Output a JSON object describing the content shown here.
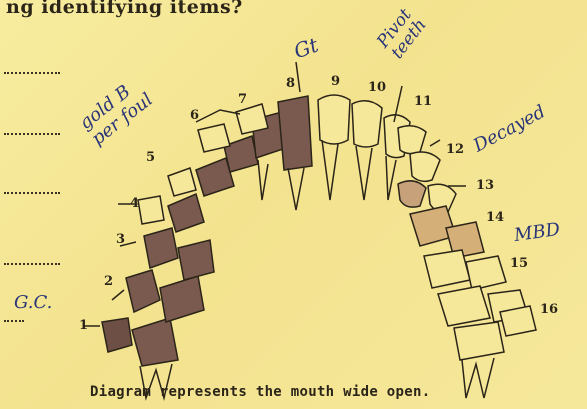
{
  "document": {
    "heading_fragment": "ng identifying items?",
    "caption": "Diagram represents the mouth wide open."
  },
  "tooth_numbers": [
    "1",
    "2",
    "3",
    "4",
    "5",
    "6",
    "7",
    "8",
    "9",
    "10",
    "11",
    "12",
    "13",
    "14",
    "15",
    "16"
  ],
  "handwritten_notes": {
    "left_side": "G.C.",
    "upper_left": "gold B\nper foul",
    "top_center": "Gt",
    "top_right": "Pivot\nteeth",
    "right_upper": "Decayed",
    "right_lower": "MBD"
  },
  "colors": {
    "paper": "#f5e89a",
    "ink": "#2b2418",
    "handwriting": "#2a3578",
    "gold_fill": "#7a5a4e"
  }
}
